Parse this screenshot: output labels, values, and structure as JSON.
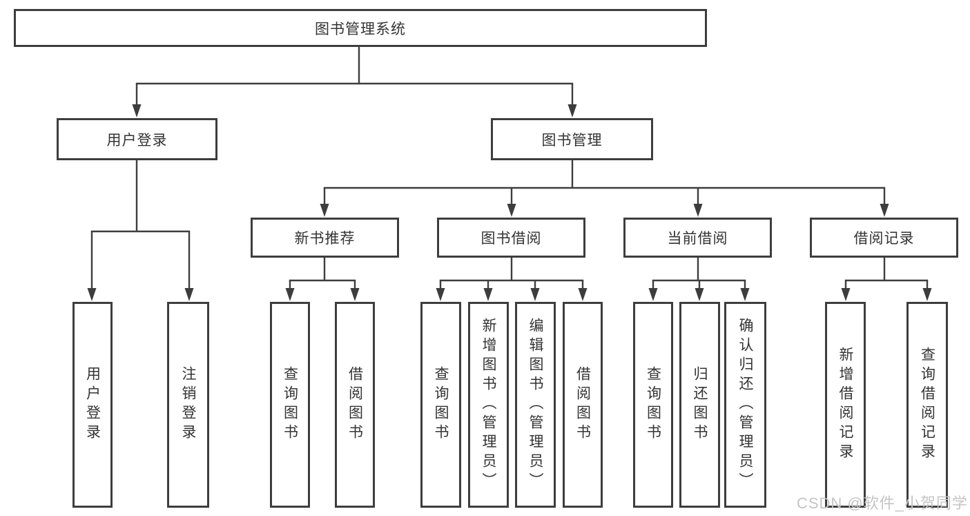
{
  "diagram": {
    "nodes": {
      "root": "图书管理系统",
      "user_login": "用户登录",
      "book_mgmt": "图书管理",
      "new_book_rec": "新书推荐",
      "book_borrow": "图书借阅",
      "current_borrow": "当前借阅",
      "borrow_record": "借阅记录",
      "leaf_user_login": "用户登录",
      "leaf_logout": "注销登录",
      "leaf_nb_query": "查询图书",
      "leaf_nb_borrow": "借阅图书",
      "leaf_bb_query": "查询图书",
      "leaf_bb_add": "新增图书（管理员）",
      "leaf_bb_edit": "编辑图书（管理员）",
      "leaf_bb_borrow": "借阅图书",
      "leaf_cb_query": "查询图书",
      "leaf_cb_return": "归还图书",
      "leaf_cb_confirm": "确认归还（管理员）",
      "leaf_br_add": "新增借阅记录",
      "leaf_br_query": "查询借阅记录"
    },
    "watermark": "CSDN @软件_小贺同学",
    "colors": {
      "line": "#3d3d3d",
      "text": "#333333",
      "background": "#ffffff",
      "watermark": "#c4c4c4"
    }
  }
}
